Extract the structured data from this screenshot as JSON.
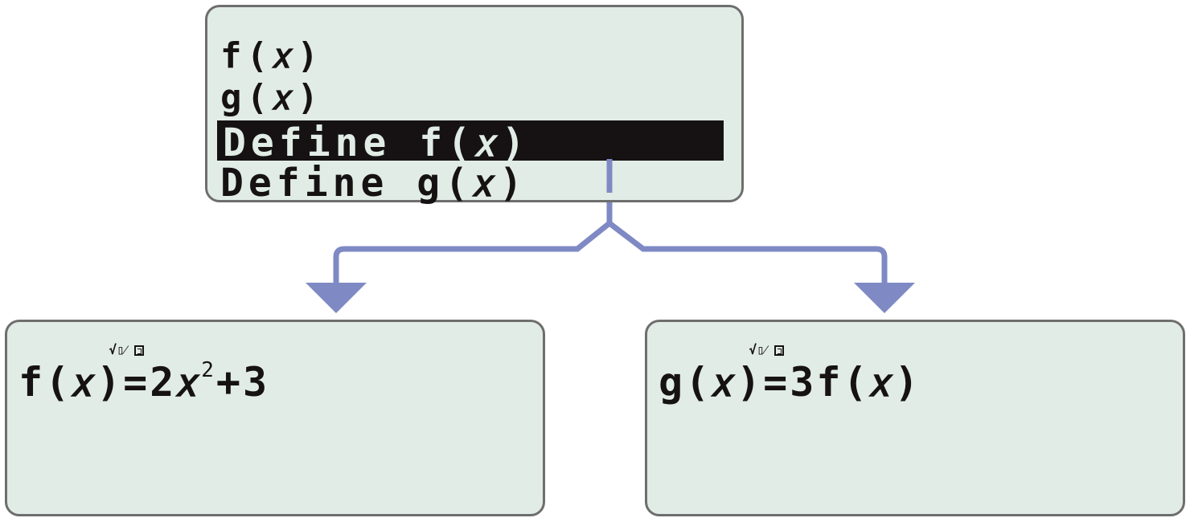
{
  "menu": {
    "items": [
      {
        "label": "f(𝑥)"
      },
      {
        "label": "g(𝑥)"
      },
      {
        "label": "Define f(𝑥)"
      },
      {
        "label": "Define g(𝑥)"
      }
    ]
  },
  "left": {
    "indicator": "√▯⁄",
    "expr_head": "f(𝑥)=2𝑥",
    "expr_sup": "2",
    "expr_tail": "+3"
  },
  "right": {
    "indicator": "√▯⁄",
    "expr": "g(𝑥)=3f(𝑥)"
  },
  "colors": {
    "screen_bg": "#e1ece6",
    "screen_border": "#6e6e6e",
    "text": "#161213",
    "arrow": "#7f8ac4"
  }
}
